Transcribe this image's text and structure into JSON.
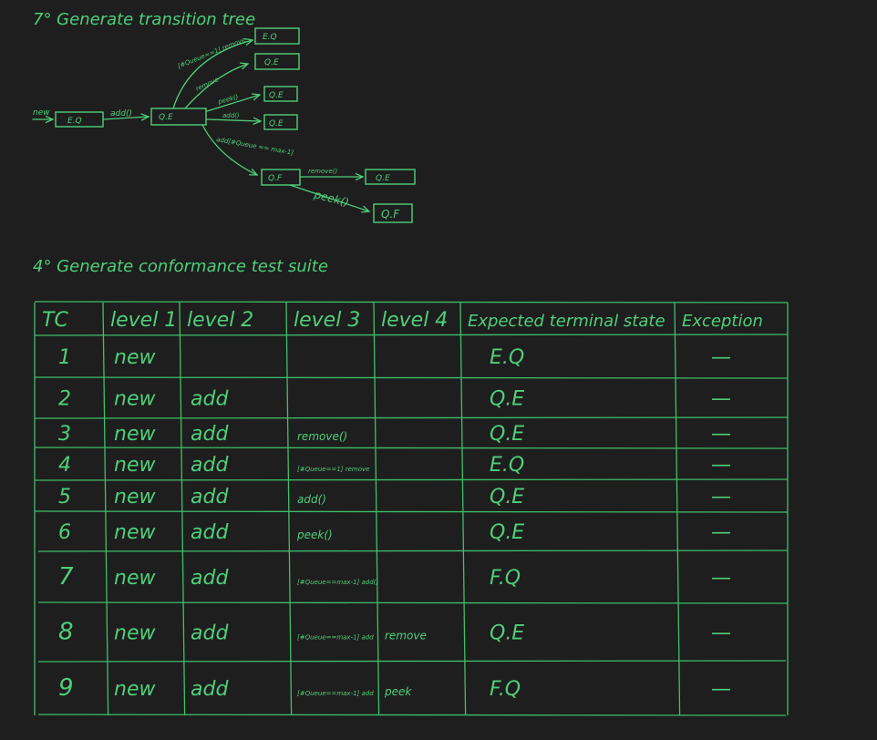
{
  "section7": {
    "heading": "7° Generate transition tree",
    "start_arrow_label": "new",
    "root_node": "E.Q",
    "edge_add1": "add()",
    "node_qe": "Q.E",
    "edge_remove_top": "[#Queue==1] remove",
    "node_eq_top": "E.Q",
    "edge_remove": "remove",
    "node_qe_2": "Q.E",
    "edge_peek": "peek()",
    "node_qe_3": "Q.E",
    "edge_add2": "add()",
    "node_qe_4": "Q.E",
    "edge_add_guard": "add[#Queue == max-1]",
    "node_qf": "Q.F",
    "edge_remove_qf": "remove()",
    "node_qe_5": "Q.E",
    "edge_peek_qf": "peek()",
    "node_qf_2": "Q.F"
  },
  "section4": {
    "heading": "4° Generate conformance test suite",
    "table": {
      "headers": [
        "TC",
        "level 1",
        "level 2",
        "level 3",
        "level 4",
        "Expected terminal state",
        "Exception"
      ],
      "rows": [
        [
          "1",
          "new",
          "",
          "",
          "",
          "E.Q",
          "—"
        ],
        [
          "2",
          "new",
          "add",
          "",
          "",
          "Q.E",
          "—"
        ],
        [
          "3",
          "new",
          "add",
          "remove()",
          "",
          "Q.E",
          "—"
        ],
        [
          "4",
          "new",
          "add",
          "[#Queue==1] remove",
          "",
          "E.Q",
          "—"
        ],
        [
          "5",
          "new",
          "add",
          "add()",
          "",
          "Q.E",
          "—"
        ],
        [
          "6",
          "new",
          "add",
          "peek()",
          "",
          "Q.E",
          "—"
        ],
        [
          "7",
          "new",
          "add",
          "[#Queue==max-1] add()",
          "",
          "F.Q",
          "—"
        ],
        [
          "8",
          "new",
          "add",
          "[#Queue==max-1] add",
          "remove",
          "Q.E",
          "—"
        ],
        [
          "9",
          "new",
          "add",
          "[#Queue==max-1] add",
          "peek",
          "F.Q",
          "—"
        ]
      ]
    }
  }
}
